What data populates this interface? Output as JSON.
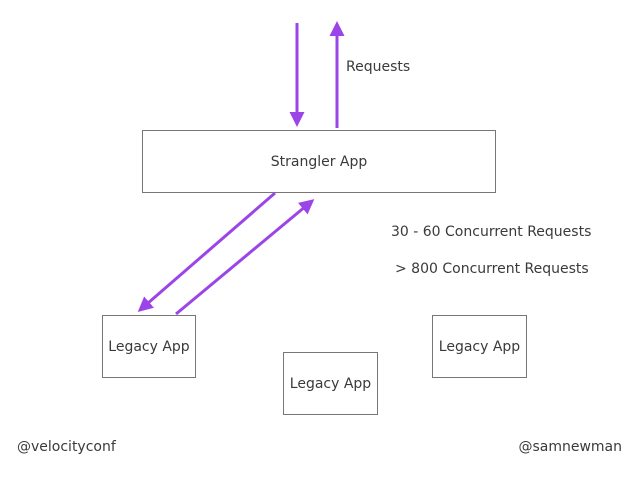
{
  "diagram": {
    "nodes": {
      "strangler": "Strangler App",
      "legacy_left": "Legacy App",
      "legacy_center": "Legacy App",
      "legacy_right": "Legacy App"
    },
    "labels": {
      "requests": "Requests",
      "concurrent_low": "30 - 60 Concurrent Requests",
      "concurrent_high": "> 800 Concurrent Requests"
    },
    "edges": [
      {
        "from": "external",
        "to": "strangler"
      },
      {
        "from": "strangler",
        "to": "external"
      },
      {
        "from": "strangler",
        "to": "legacy_left"
      },
      {
        "from": "legacy_left",
        "to": "strangler"
      }
    ],
    "arrow_color": "#9b45e8"
  },
  "footer": {
    "left_handle": "@velocityconf",
    "right_handle": "@samnewman"
  }
}
